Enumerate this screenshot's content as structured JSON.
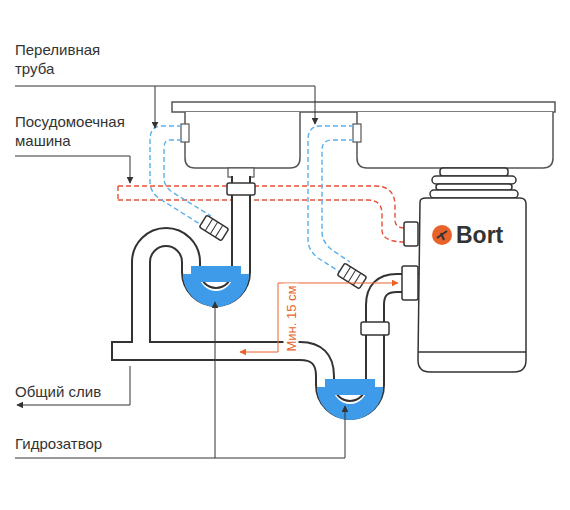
{
  "diagram": {
    "labels": [
      "Переливная труба",
      "Посудомоечная машина",
      "Общий слив",
      "Гидрозатвор",
      "Мин. 15 см",
      "Bort"
    ]
  }
}
